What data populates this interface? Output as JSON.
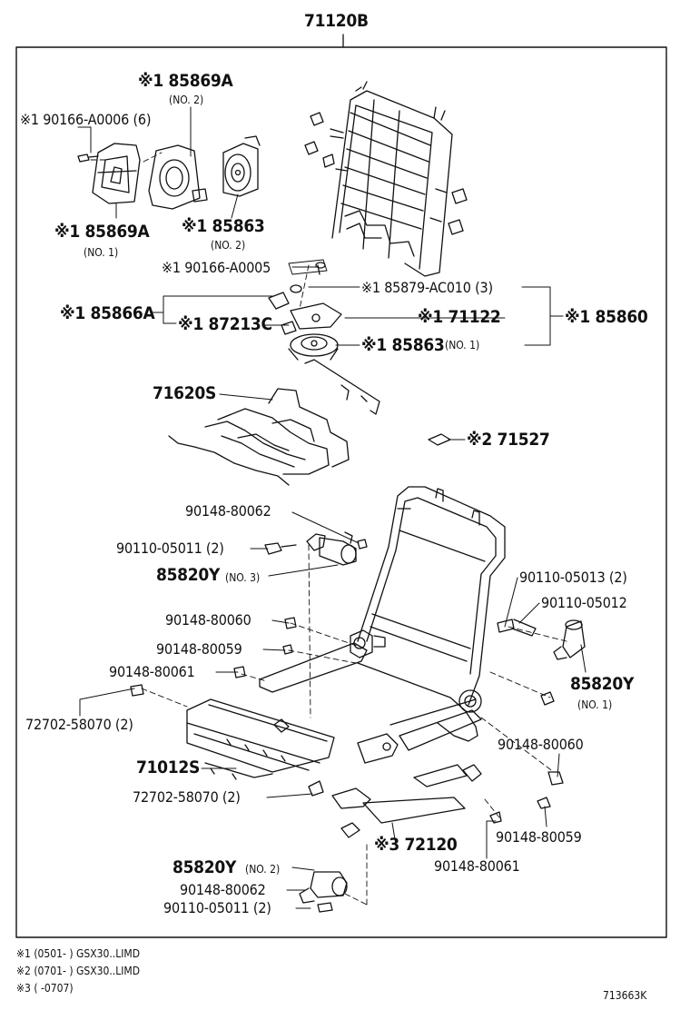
{
  "diagram": {
    "top_part": "71120B",
    "figure_code": "713663K",
    "labels": {
      "p85869a_2": "※1 85869A",
      "p85869a_2_sub": "(NO. 2)",
      "p90166_6": "※1 90166-A0006 (6)",
      "p85869a_1": "※1 85869A",
      "p85869a_1_sub": "(NO. 1)",
      "p85863_2": "※1 85863",
      "p85863_2_sub": "(NO. 2)",
      "p90166_5": "※1 90166-A0005",
      "p85879": "※1 85879-AC010 (3)",
      "p85866a": "※1 85866A",
      "p71122": "※1 71122",
      "p85860": "※1 85860",
      "p87213c": "※1 87213C",
      "p85863_1": "※1 85863",
      "p85863_1_sub": "(NO. 1)",
      "p71620s": "71620S",
      "p71527": "※2 71527",
      "p90148_80062a": "90148-80062",
      "p90110_05011a": "90110-05011 (2)",
      "p85820y_3": "85820Y",
      "p85820y_3_sub": "(NO. 3)",
      "p90110_05013": "90110-05013 (2)",
      "p90110_05012": "90110-05012",
      "p90148_80060a": "90148-80060",
      "p90148_80059a": "90148-80059",
      "p90148_80061a": "90148-80061",
      "p85820y_1": "85820Y",
      "p85820y_1_sub": "(NO. 1)",
      "p72702_a": "72702-58070 (2)",
      "p90148_80060b": "90148-80060",
      "p71012s": "71012S",
      "p72702_b": "72702-58070 (2)",
      "p90148_80059b": "90148-80059",
      "p72120": "※3 72120",
      "p90148_80061b": "90148-80061",
      "p85820y_2": "85820Y",
      "p85820y_2_sub": "(NO. 2)",
      "p90148_80062b": "90148-80062",
      "p90110_05011b": "90110-05011 (2)"
    },
    "notes": [
      "※1 (0501-      ) GSX30..LIMD",
      "※2 (0701-      ) GSX30..LIMD",
      "※3 (      -0707)"
    ]
  }
}
